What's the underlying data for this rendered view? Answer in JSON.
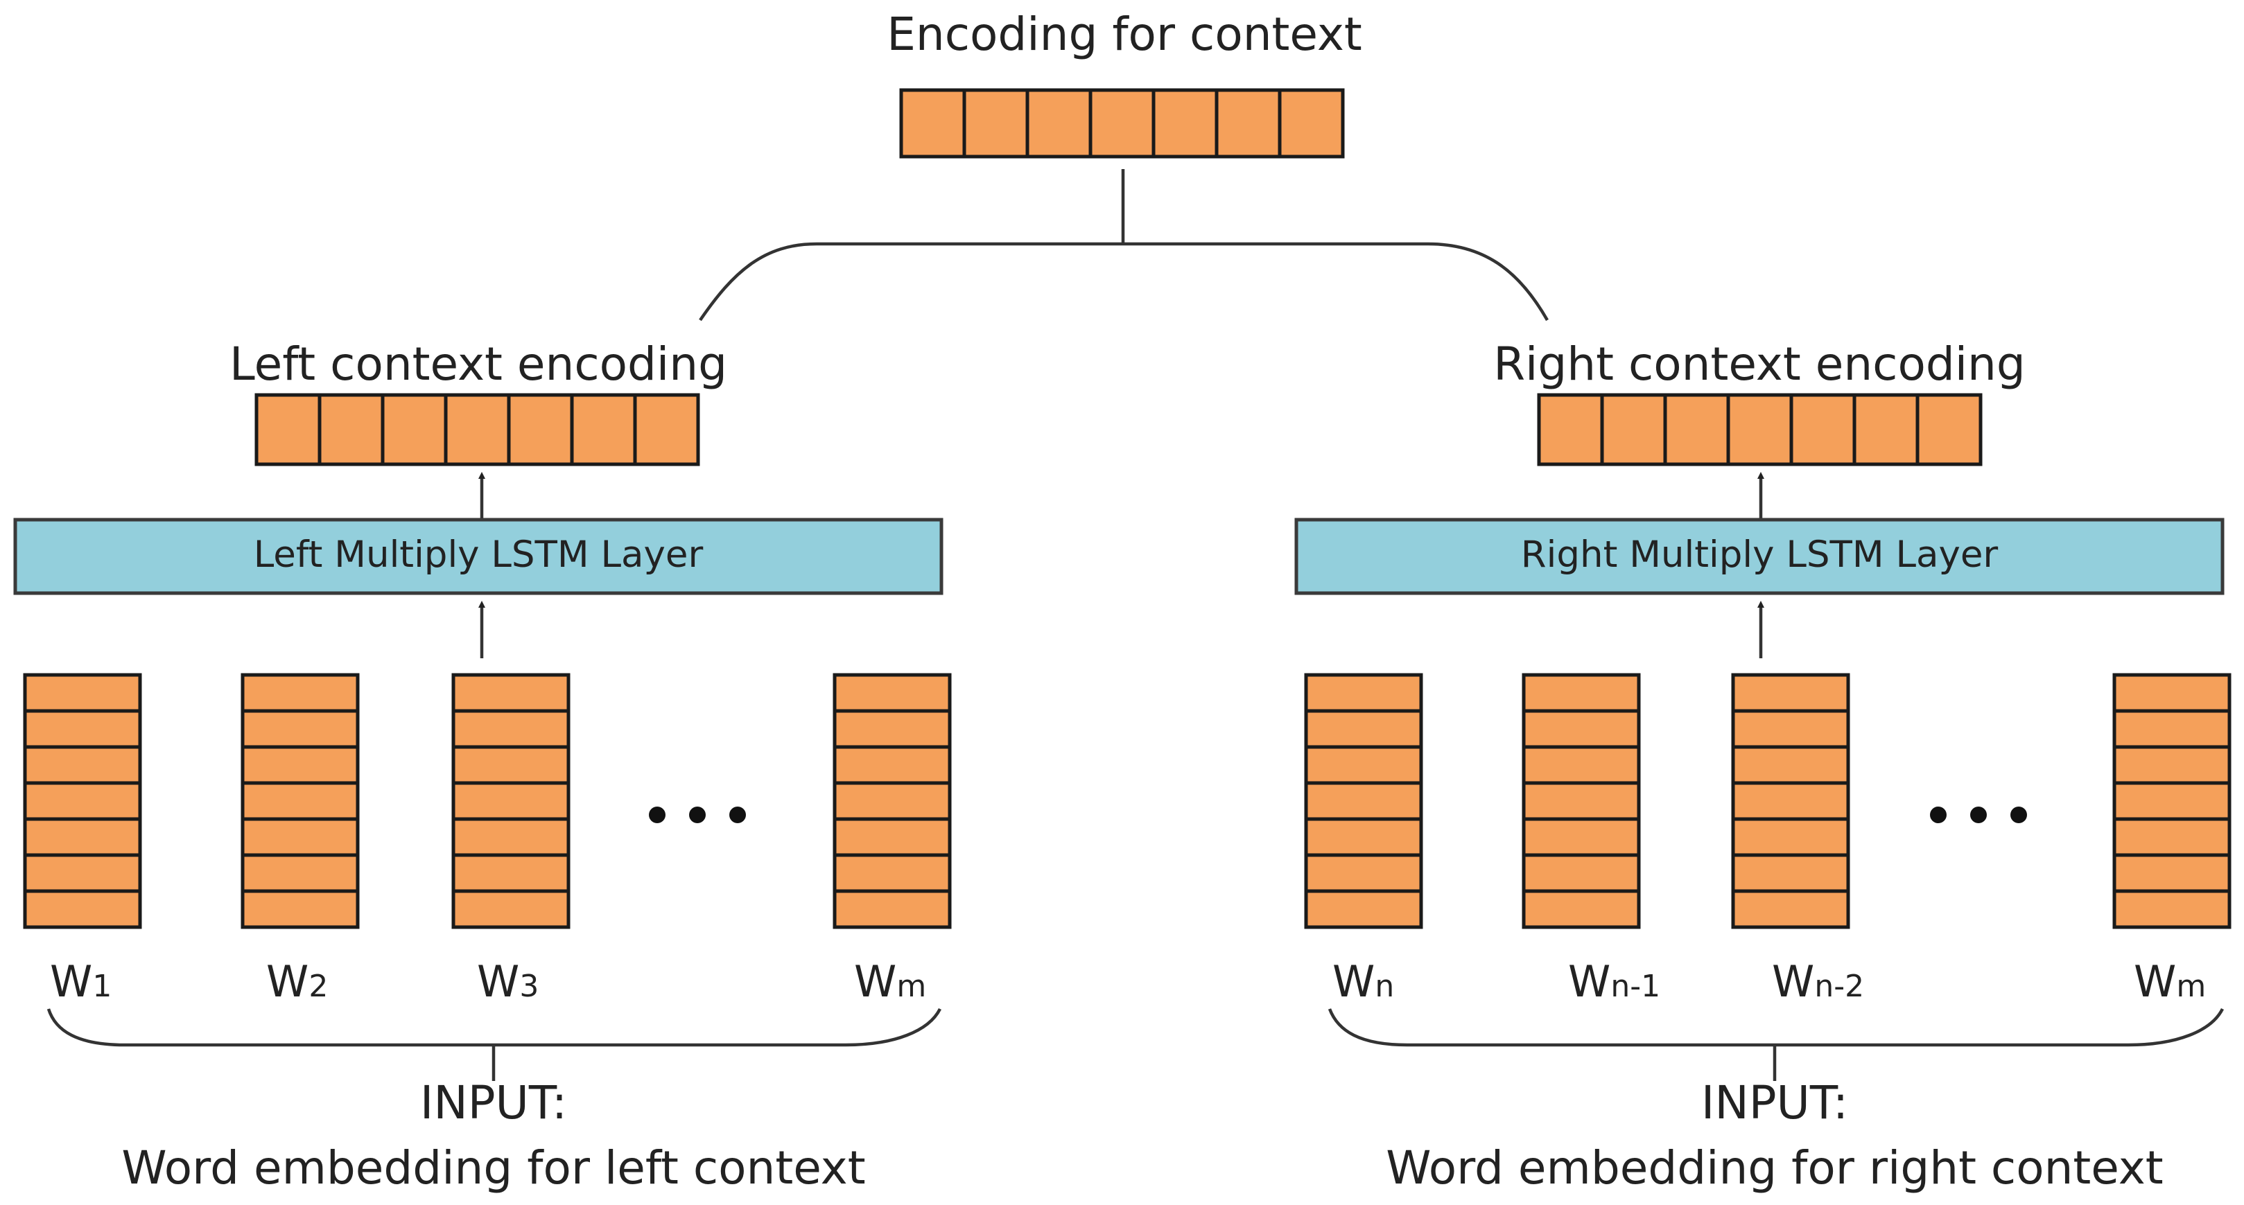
{
  "top": {
    "title": "Encoding for context",
    "cells": 7
  },
  "left": {
    "encoding_title": "Left context encoding",
    "lstm_label": "Left Multiply LSTM Layer",
    "words": [
      {
        "base": "W",
        "sub": "1"
      },
      {
        "base": "W",
        "sub": "2"
      },
      {
        "base": "W",
        "sub": "3"
      },
      {
        "base": "W",
        "sub": "m"
      }
    ],
    "input_label": "INPUT:",
    "input_caption": "Word embedding for left context"
  },
  "right": {
    "encoding_title": "Right context encoding",
    "lstm_label": "Right Multiply LSTM Layer",
    "words": [
      {
        "base": "W",
        "sub": "n"
      },
      {
        "base": "W",
        "sub": "n-1"
      },
      {
        "base": "W",
        "sub": "n-2"
      },
      {
        "base": "W",
        "sub": "m"
      }
    ],
    "input_label": "INPUT:",
    "input_caption": "Word embedding for right context"
  },
  "colors": {
    "cell": "#f5a05a",
    "lstm": "#93cfdc",
    "line": "#333333"
  }
}
